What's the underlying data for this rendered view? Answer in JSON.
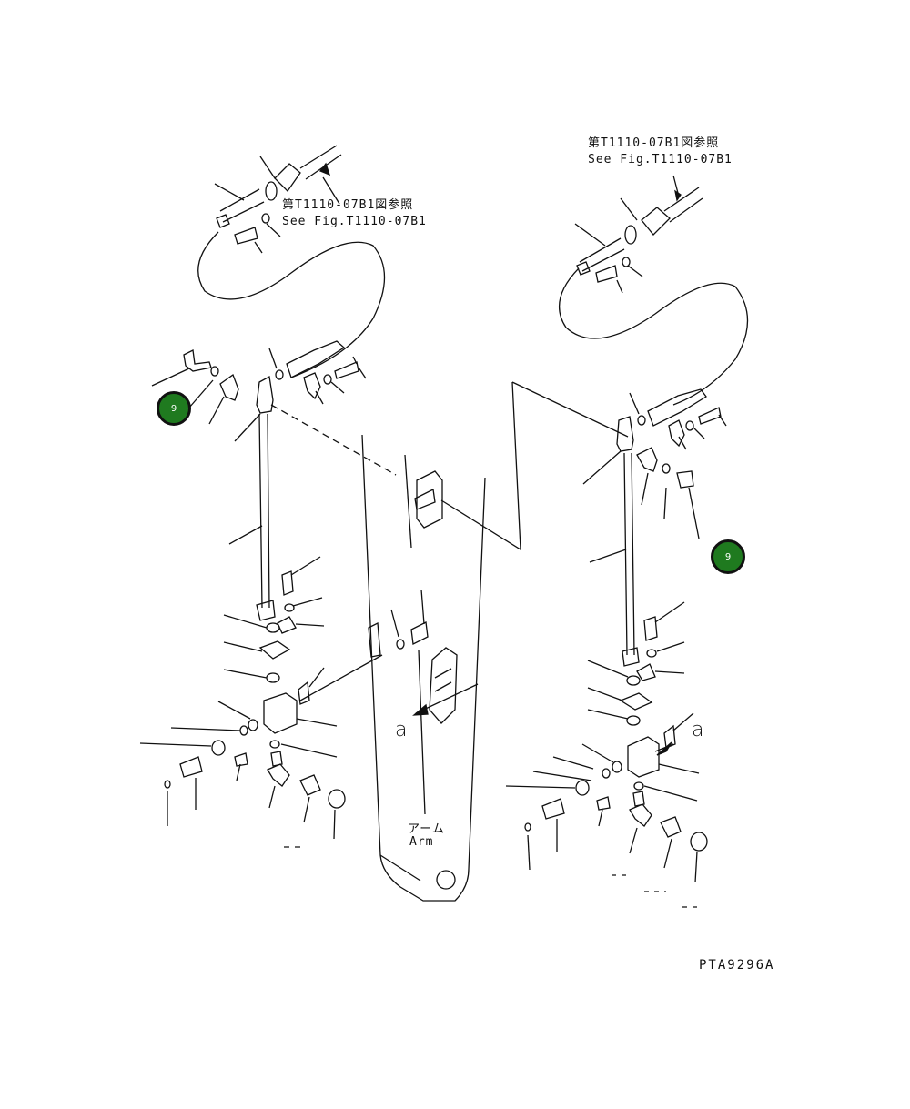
{
  "references": {
    "left_jp": "第T1110-07B1図参照",
    "left_en": "See Fig.T1110-07B1",
    "right_jp": "第T1110-07B1図参照",
    "right_en": "See Fig.T1110-07B1"
  },
  "callouts": {
    "left": "9",
    "right": "9"
  },
  "arm_label": {
    "jp": "アーム",
    "en": "Arm"
  },
  "detail_marks": {
    "left": "a",
    "right": "a"
  },
  "drawing_code": "PTA9296A",
  "colors": {
    "callout_fill": "#1f7a1f",
    "line": "#111111"
  }
}
